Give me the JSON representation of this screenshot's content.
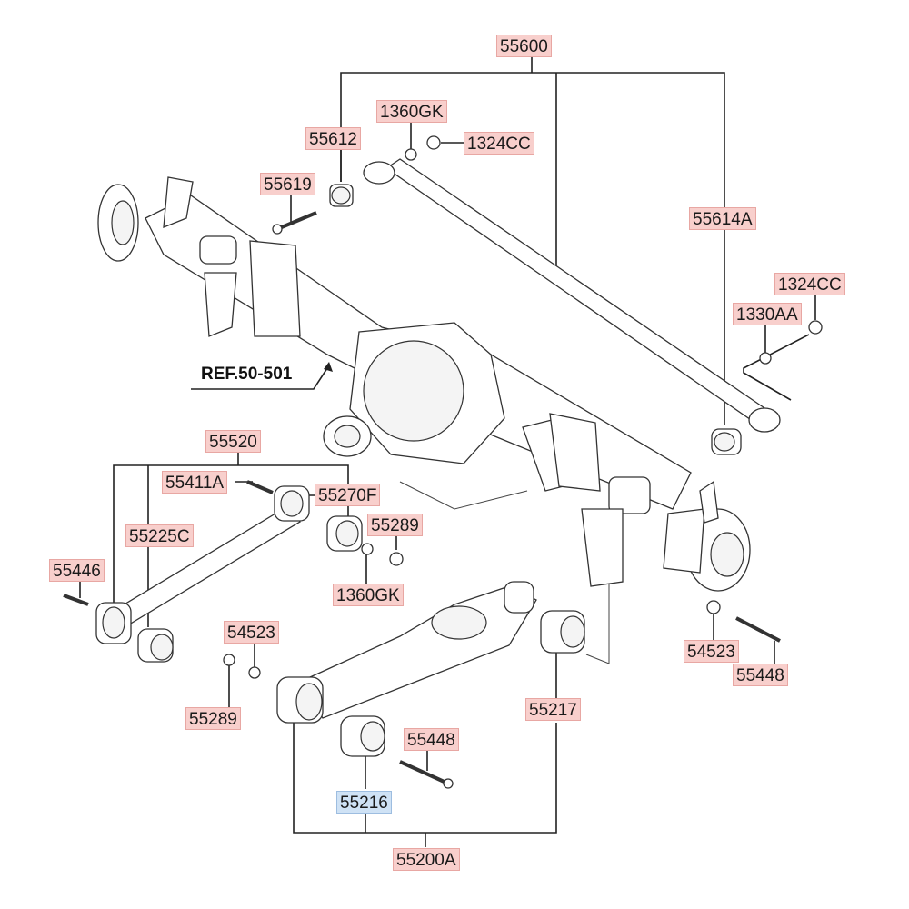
{
  "labels": {
    "p55600": "55600",
    "p1360GK_top": "1360GK",
    "p55612": "55612",
    "p1324CC_top": "1324CC",
    "p55619": "55619",
    "p55614A": "55614A",
    "p1324CC_right": "1324CC",
    "p1330AA": "1330AA",
    "ref": "REF.50-501",
    "p55520": "55520",
    "p55411A": "55411A",
    "p55270F": "55270F",
    "p55289_mid": "55289",
    "p55225C": "55225C",
    "p55446": "55446",
    "p1360GK_mid": "1360GK",
    "p54523_left": "54523",
    "p54523_right": "54523",
    "p55448_right": "55448",
    "p55289_low": "55289",
    "p55217": "55217",
    "p55448_low": "55448",
    "p55216": "55216",
    "p55200A": "55200A"
  },
  "colors": {
    "label_bg": "#f8cfcc",
    "selected_bg": "#cfe2f5"
  }
}
